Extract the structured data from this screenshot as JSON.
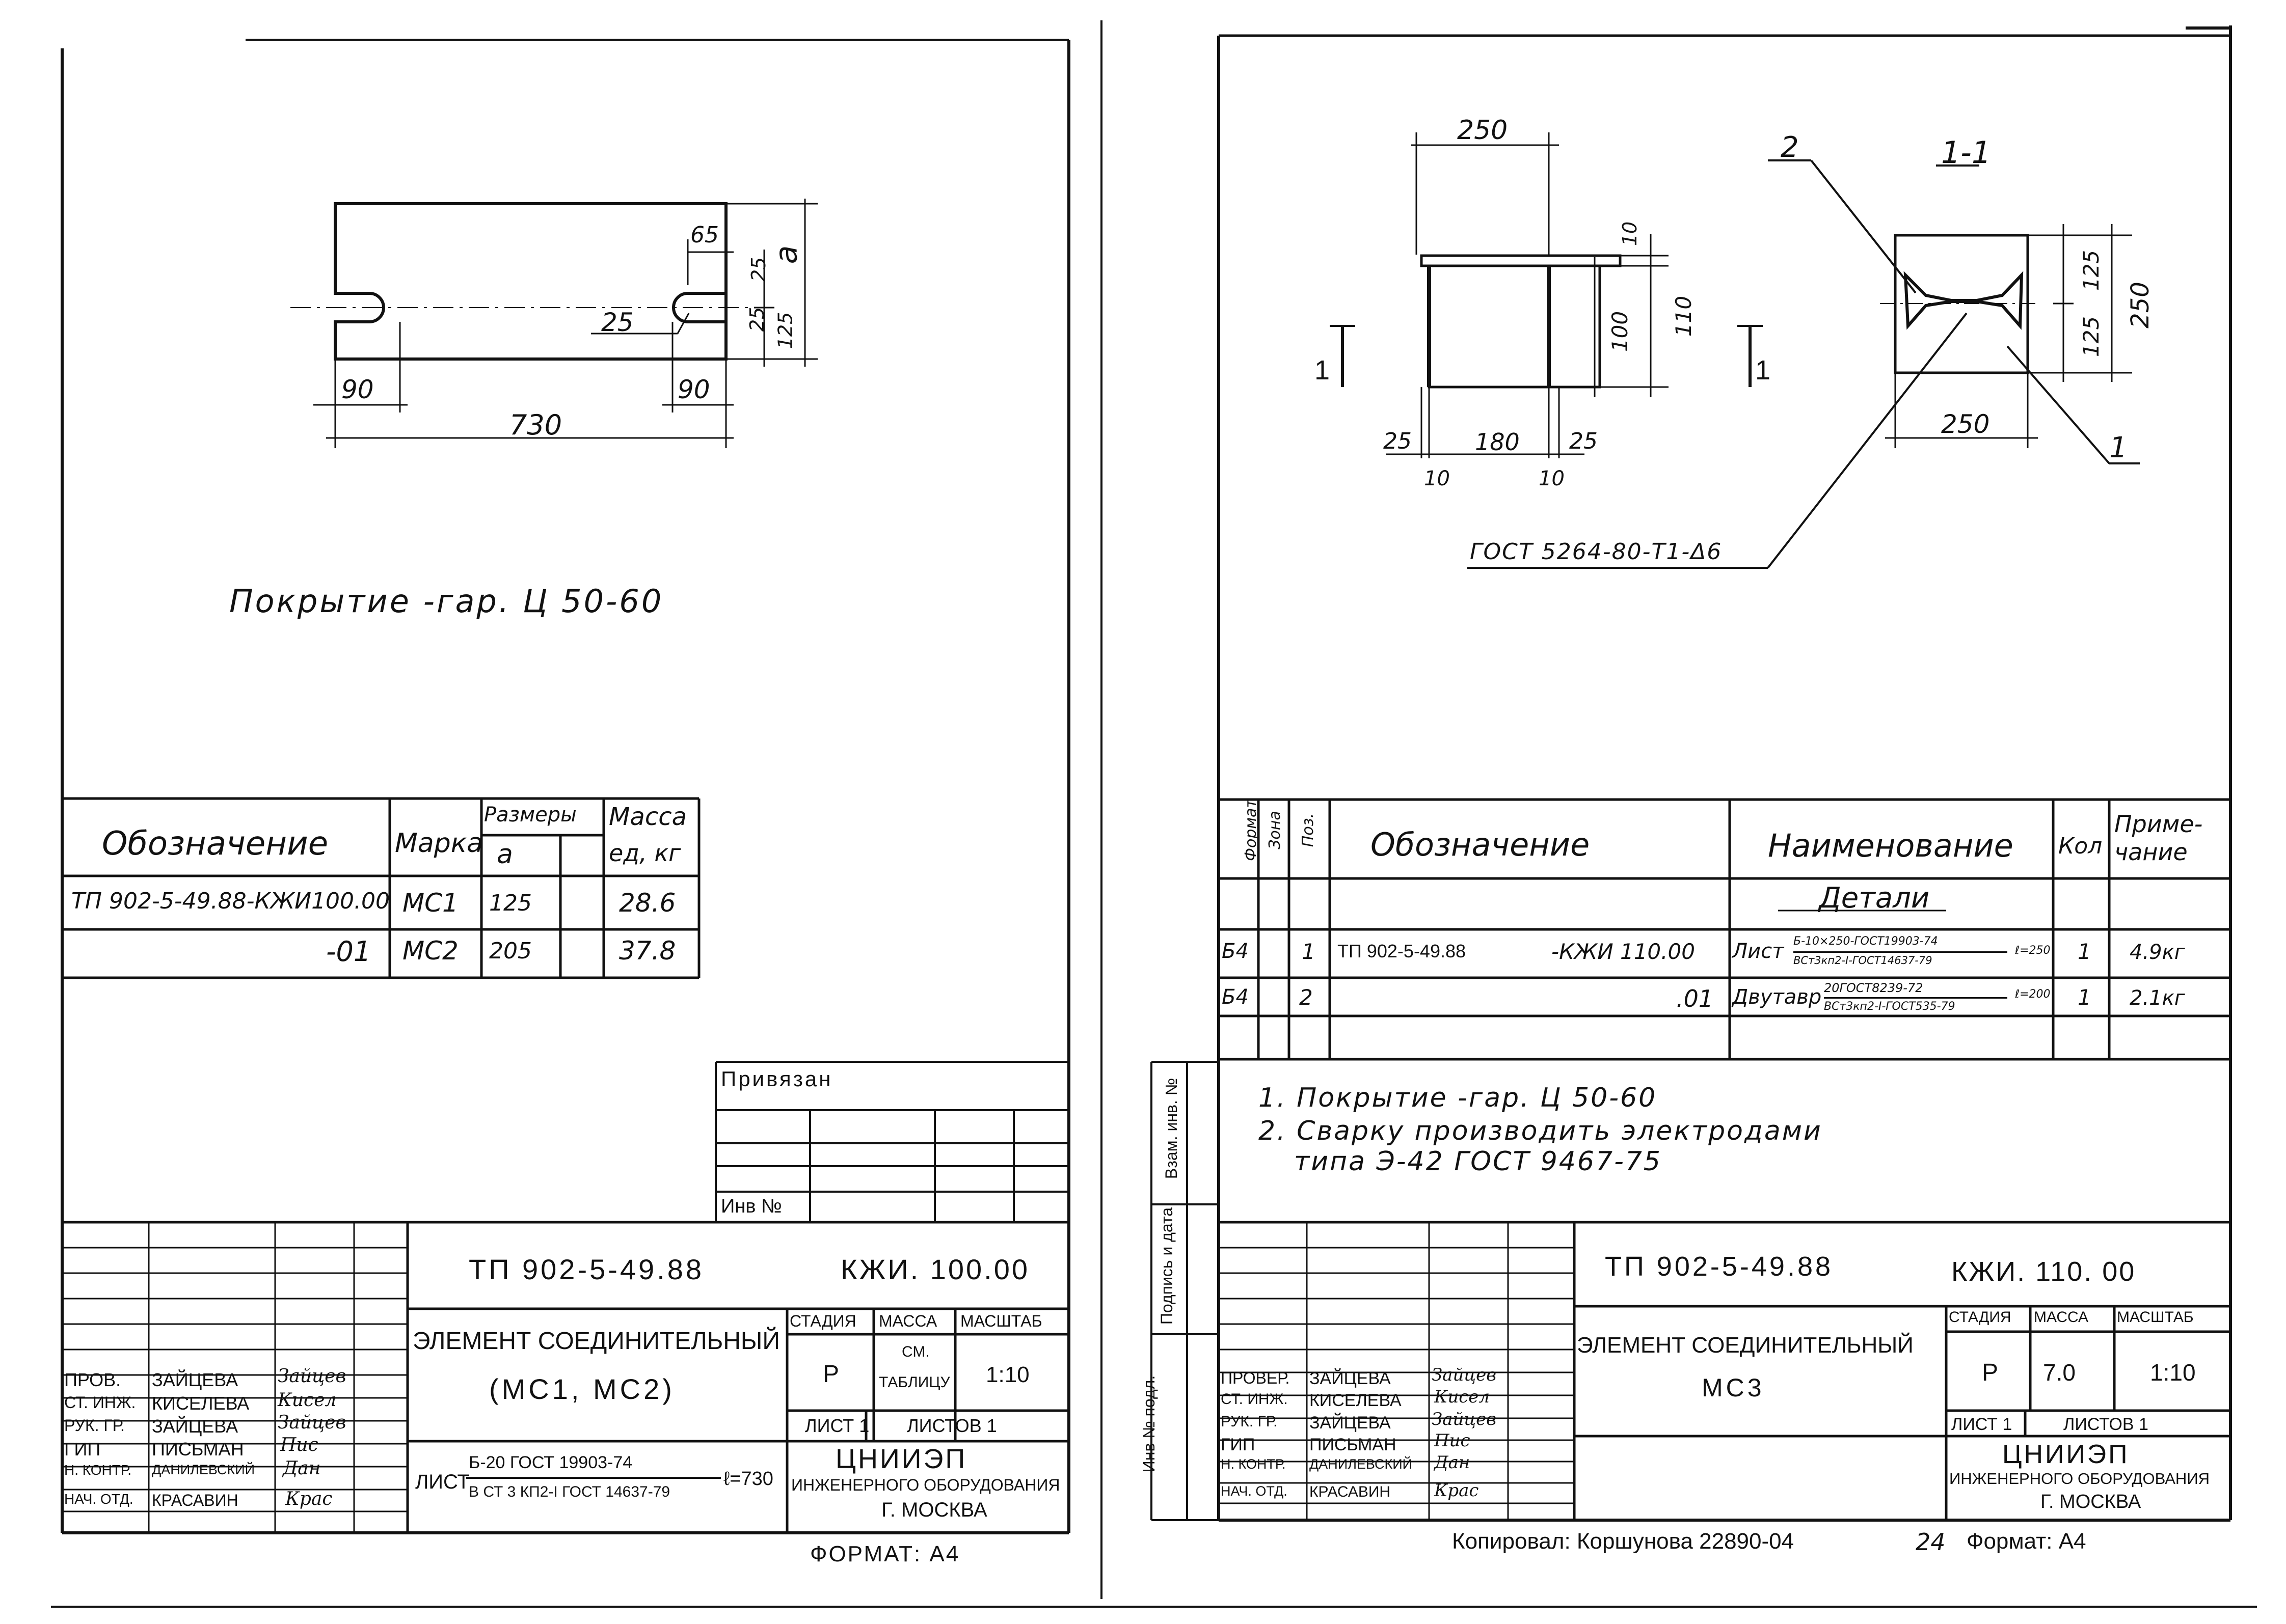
{
  "left": {
    "dims": {
      "d65": "65",
      "d25a": "25",
      "d25b": "25",
      "d125": "125",
      "da": "a",
      "d25hole": "25",
      "d90l": "90",
      "d90r": "90",
      "d730": "730"
    },
    "caption": "Покрытие -гар. Ц 50-60",
    "table": {
      "h_oboz": "Обозначение",
      "h_marka": "Марка",
      "h_razm": "Размеры",
      "h_a": "a",
      "h_massa": "Масса",
      "h_massa2": "ед, кг",
      "rows": [
        {
          "oboz": "ТП 902-5-49.88-КЖИ100.00",
          "marka": "МС1",
          "a": "125",
          "m": "28.6"
        },
        {
          "oboz": "-01",
          "marka": "МС2",
          "a": "205",
          "m": "37.8"
        }
      ]
    },
    "privyazan": "Привязан",
    "inv": "Инв №",
    "stamp": {
      "code": "ТП 902-5-49.88",
      "mark": "КЖИ. 100.00",
      "title1": "ЭЛЕМЕНТ СОЕДИНИТЕЛЬНЫЙ",
      "title2": "(МС1, МС2)",
      "h_stadia": "СТАДИЯ",
      "h_massa": "МАССА",
      "h_masshtab": "МАСШТАБ",
      "stadia": "Р",
      "massa1": "СМ.",
      "massa2": "ТАБЛИЦУ",
      "masshtab": "1:10",
      "list": "ЛИСТ 1",
      "listov": "ЛИСТОВ 1",
      "list_label": "ЛИСТ",
      "list_spec1": "Б-20 ГОСТ 19903-74",
      "list_spec2": "В СТ 3 КП2-I ГОСТ 14637-79",
      "list_len": "ℓ=730",
      "org1": "ЦНИИЭП",
      "org2": "ИНЖЕНЕРНОГО ОБОРУДОВАНИЯ",
      "org3": "Г. МОСКВА",
      "people": [
        {
          "role": "ПРОВ.",
          "name": "ЗАЙЦЕВА",
          "sig": "Зайцев"
        },
        {
          "role": "СТ. ИНЖ.",
          "name": "КИСЕЛЕВА",
          "sig": "Кисел"
        },
        {
          "role": "РУК. ГР.",
          "name": "ЗАЙЦЕВА",
          "sig": "Зайцев"
        },
        {
          "role": "ГИП",
          "name": "ПИСЬМАН",
          "sig": "Пис"
        },
        {
          "role": "Н. КОНТР.",
          "name": "ДАНИЛЕВСКИЙ",
          "sig": "Дан"
        },
        {
          "role": "НАЧ. ОТД.",
          "name": "КРАСАВИН",
          "sig": "Крас"
        }
      ],
      "format": "ФОРМАТ: А4"
    }
  },
  "right": {
    "dims": {
      "d250top": "250",
      "d10": "10",
      "d100": "100",
      "d110": "110",
      "d25l": "25",
      "d180": "180",
      "d25r": "25",
      "d10l": "10",
      "d10r": "10",
      "s1l": "1",
      "s1r": "1",
      "sec": "1-1",
      "lbl2": "2",
      "lbl1": "1",
      "d125a": "125",
      "d125b": "125",
      "d250v": "250",
      "d250h": "250"
    },
    "weld": "ГОСТ 5264-80-Т1-Δ6",
    "spec": {
      "h_format": "Формат",
      "h_zona": "Зона",
      "h_poz": "Поз.",
      "h_oboz": "Обозначение",
      "h_naim": "Наименование",
      "h_kol": "Кол",
      "h_prim1": "Приме-",
      "h_prim2": "чание",
      "section": "Детали",
      "rows": [
        {
          "fmt": "Б4",
          "poz": "1",
          "oboz1": "ТП 902-5-49.88",
          "oboz2": "-КЖИ 110.00",
          "naim": "Лист",
          "naim_top": "Б-10×250-ГОСТ19903-74",
          "naim_bot": "ВСт3кп2-I-ГОСТ14637-79",
          "naim_len": "ℓ=250",
          "kol": "1",
          "prim": "4.9кг"
        },
        {
          "fmt": "Б4",
          "poz": "2",
          "oboz1": "",
          "oboz2": ".01",
          "naim": "Двутавр",
          "naim_top": "20ГОСТ8239-72",
          "naim_bot": "ВСт3кп2-I-ГОСТ535-79",
          "naim_len": "ℓ=200",
          "kol": "1",
          "prim": "2.1кг"
        }
      ]
    },
    "notes": [
      "1. Покрытие -гар. Ц 50-60",
      "2. Сварку производить электродами",
      "типа Э-42 ГОСТ 9467-75"
    ],
    "side": [
      "Инв № подл.",
      "Подпись и дата",
      "Взам. инв. №"
    ],
    "stamp": {
      "code": "ТП 902-5-49.88",
      "mark": "КЖИ. 110. 00",
      "title1": "ЭЛЕМЕНТ СОЕДИНИТЕЛЬНЫЙ",
      "title2": "МС3",
      "h_stadia": "СТАДИЯ",
      "h_massa": "МАССА",
      "h_masshtab": "МАСШТАБ",
      "stadia": "Р",
      "massa": "7.0",
      "masshtab": "1:10",
      "list": "ЛИСТ 1",
      "listov": "ЛИСТОВ 1",
      "org1": "ЦНИИЭП",
      "org2": "ИНЖЕНЕРНОГО ОБОРУДОВАНИЯ",
      "org3": "Г. МОСКВА",
      "people": [
        {
          "role": "ПРОВЕР.",
          "name": "ЗАЙЦЕВА",
          "sig": "Зайцев"
        },
        {
          "role": "СТ. ИНЖ.",
          "name": "КИСЕЛЕВА",
          "sig": "Кисел"
        },
        {
          "role": "РУК. ГР.",
          "name": "ЗАЙЦЕВА",
          "sig": "Зайцев"
        },
        {
          "role": "ГИП",
          "name": "ПИСЬМАН",
          "sig": "Пис"
        },
        {
          "role": "Н. КОНТР.",
          "name": "ДАНИЛЕВСКИЙ",
          "sig": "Дан"
        },
        {
          "role": "НАЧ. ОТД.",
          "name": "КРАСАВИН",
          "sig": "Крас"
        }
      ],
      "copied": "Копировал: Коршунова 22890-04",
      "page": "24",
      "format": "Формат: А4"
    }
  }
}
